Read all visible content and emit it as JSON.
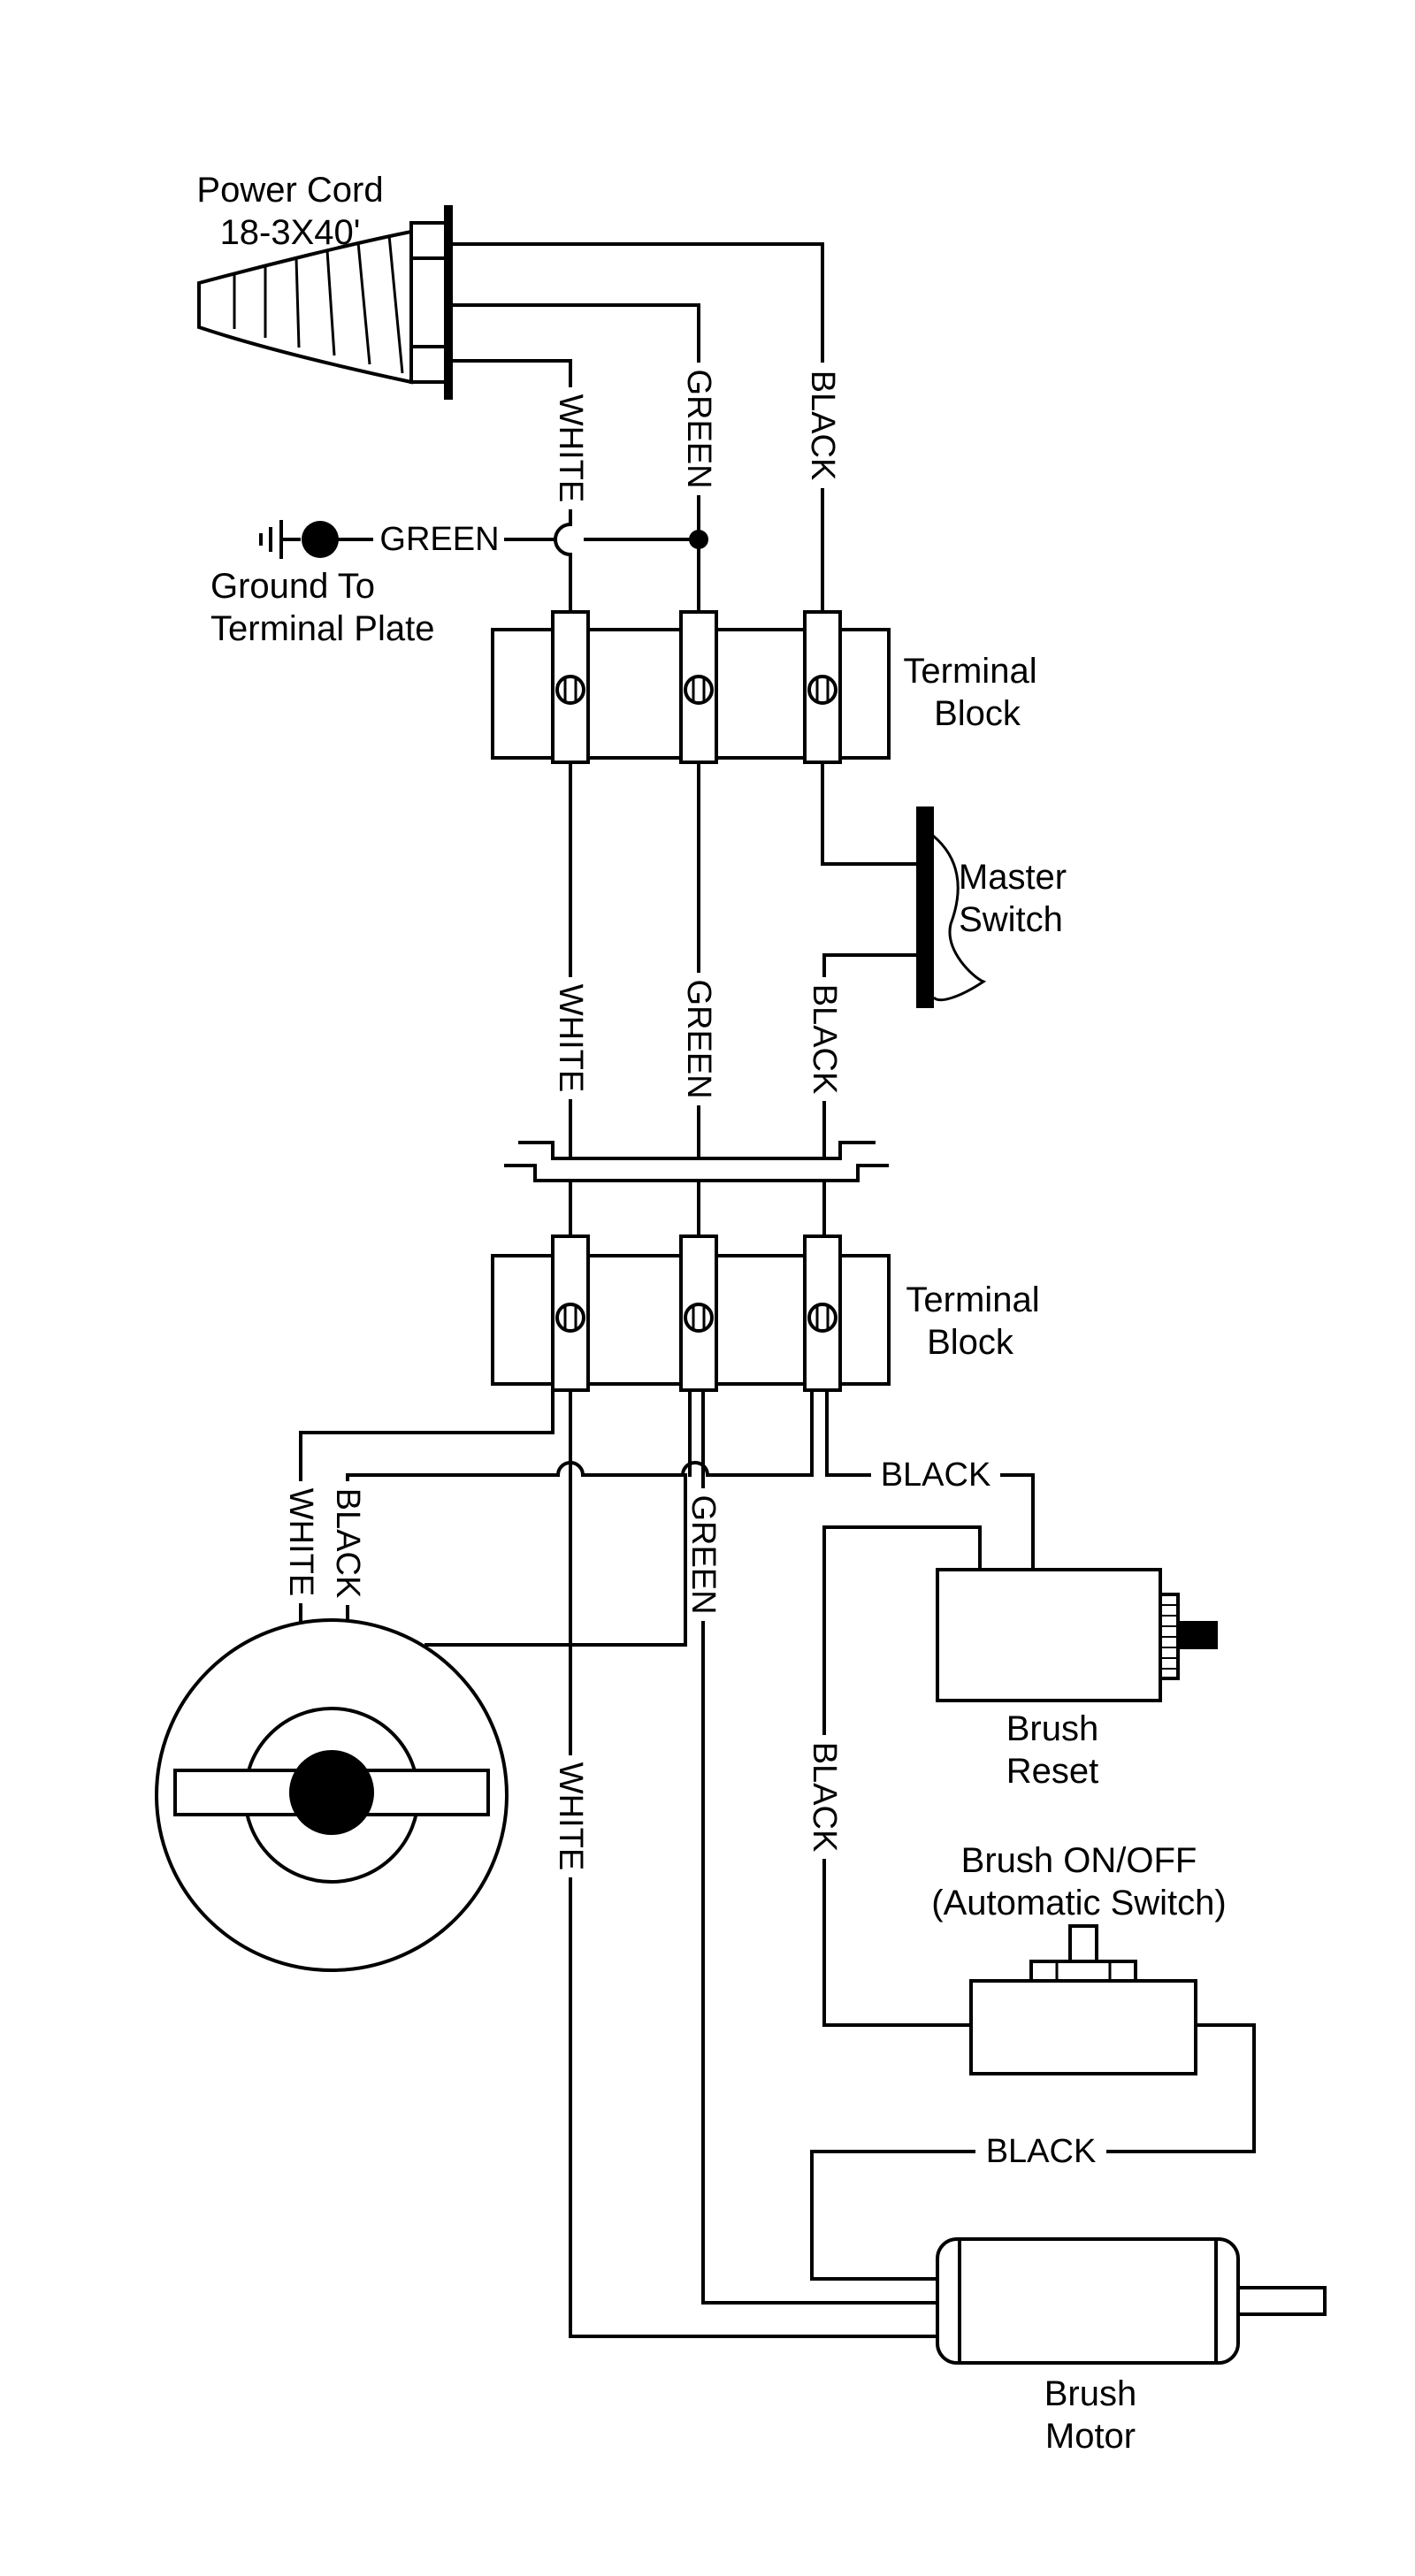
{
  "labels": {
    "power_cord_line1": "Power Cord",
    "power_cord_line2": "18-3X40'",
    "ground_line1": "Ground To",
    "ground_line2": "Terminal Plate",
    "terminal_block_top_line1": "Terminal",
    "terminal_block_top_line2": "Block",
    "master_switch_line1": "Master",
    "master_switch_line2": "Switch",
    "terminal_block_bottom_line1": "Terminal",
    "terminal_block_bottom_line2": "Block",
    "brush_reset_line1": "Brush",
    "brush_reset_line2": "Reset",
    "brush_onoff_line1": "Brush ON/OFF",
    "brush_onoff_line2": "(Automatic Switch)",
    "brush_motor_line1": "Brush",
    "brush_motor_line2": "Motor"
  },
  "wire_labels": {
    "white_cord": "WHITE",
    "green_cord": "GREEN",
    "black_cord": "BLACK",
    "green_ground": "GREEN",
    "white_mid": "WHITE",
    "green_mid": "GREEN",
    "black_mid": "BLACK",
    "white_motor_left": "WHITE",
    "black_motor_left": "BLACK",
    "green_lower": "GREEN",
    "black_to_reset": "BLACK",
    "black_reset_down": "BLACK",
    "white_lower": "WHITE",
    "black_switch_motor": "BLACK"
  }
}
